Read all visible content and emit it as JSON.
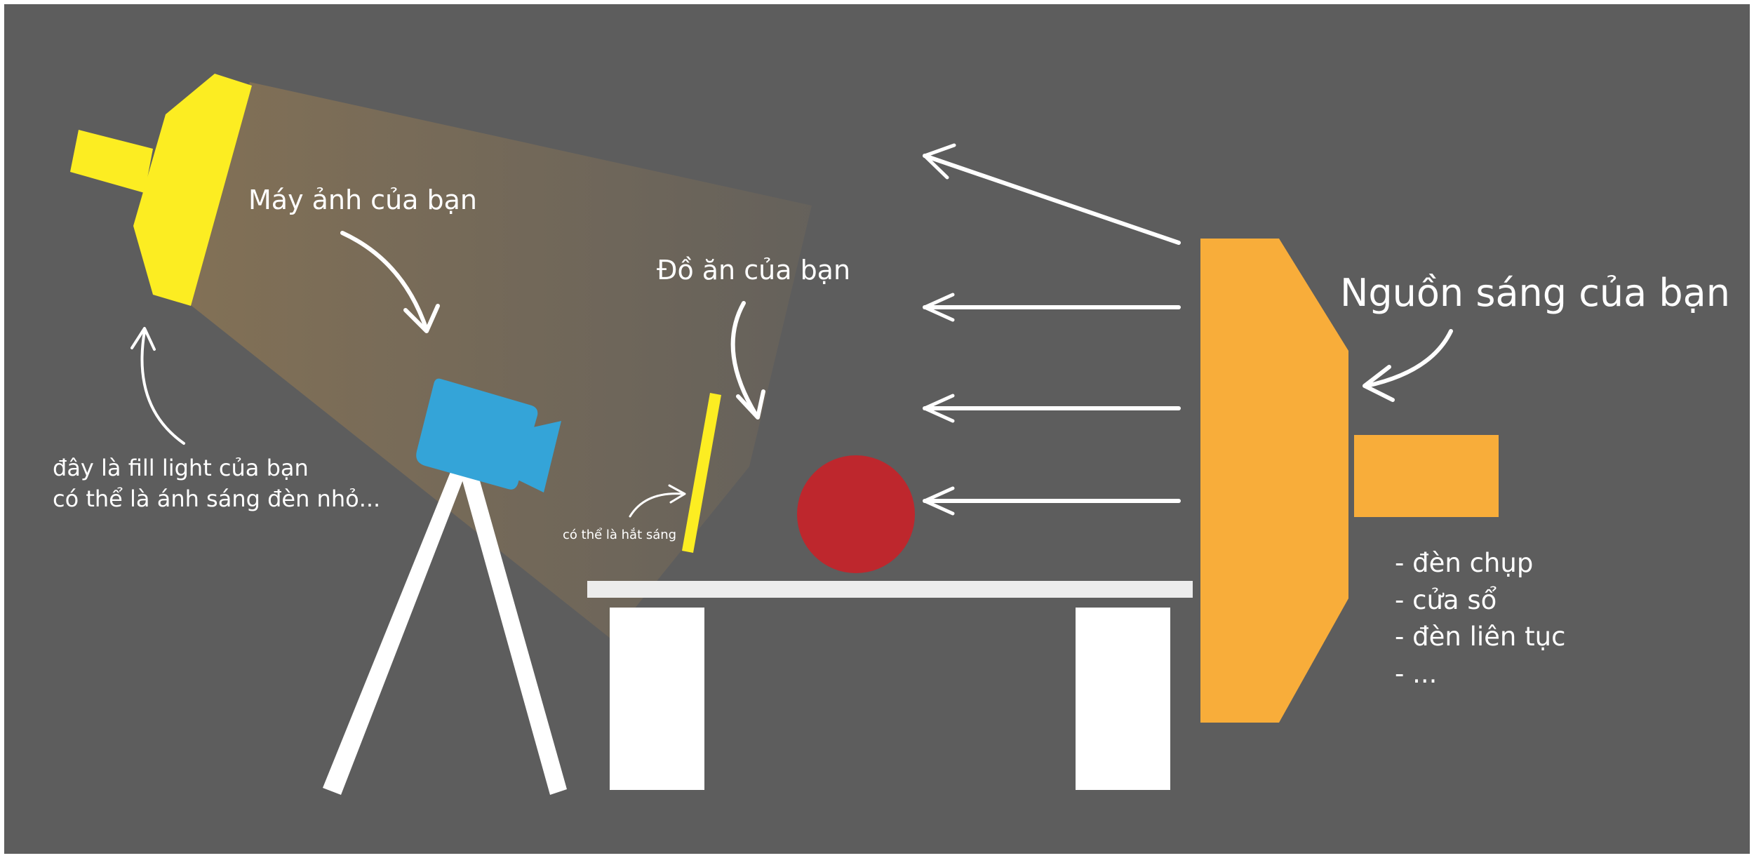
{
  "colors": {
    "frame": "#ffffff",
    "background": "#5d5d5d",
    "fill_light": "#fced22",
    "light_source": "#f8ad3a",
    "camera": "#34a4d8",
    "food": "#be272d",
    "table": "#ffffff",
    "reflector": "#fced22",
    "beam": "#a08050",
    "text": "#ffffff"
  },
  "labels": {
    "camera": "Máy ảnh của bạn",
    "food": "Đồ ăn của bạn",
    "light_source": "Nguồn sáng của bạn",
    "fill_light_line1": "đây là  fill light của bạn",
    "fill_light_line2": "có thể là ánh sáng đèn nhỏ...",
    "reflector": "có thể là hắt sáng",
    "source_options": [
      "- đèn chụp",
      "- cửa sổ",
      "- đèn liên tục",
      "- ..."
    ]
  }
}
